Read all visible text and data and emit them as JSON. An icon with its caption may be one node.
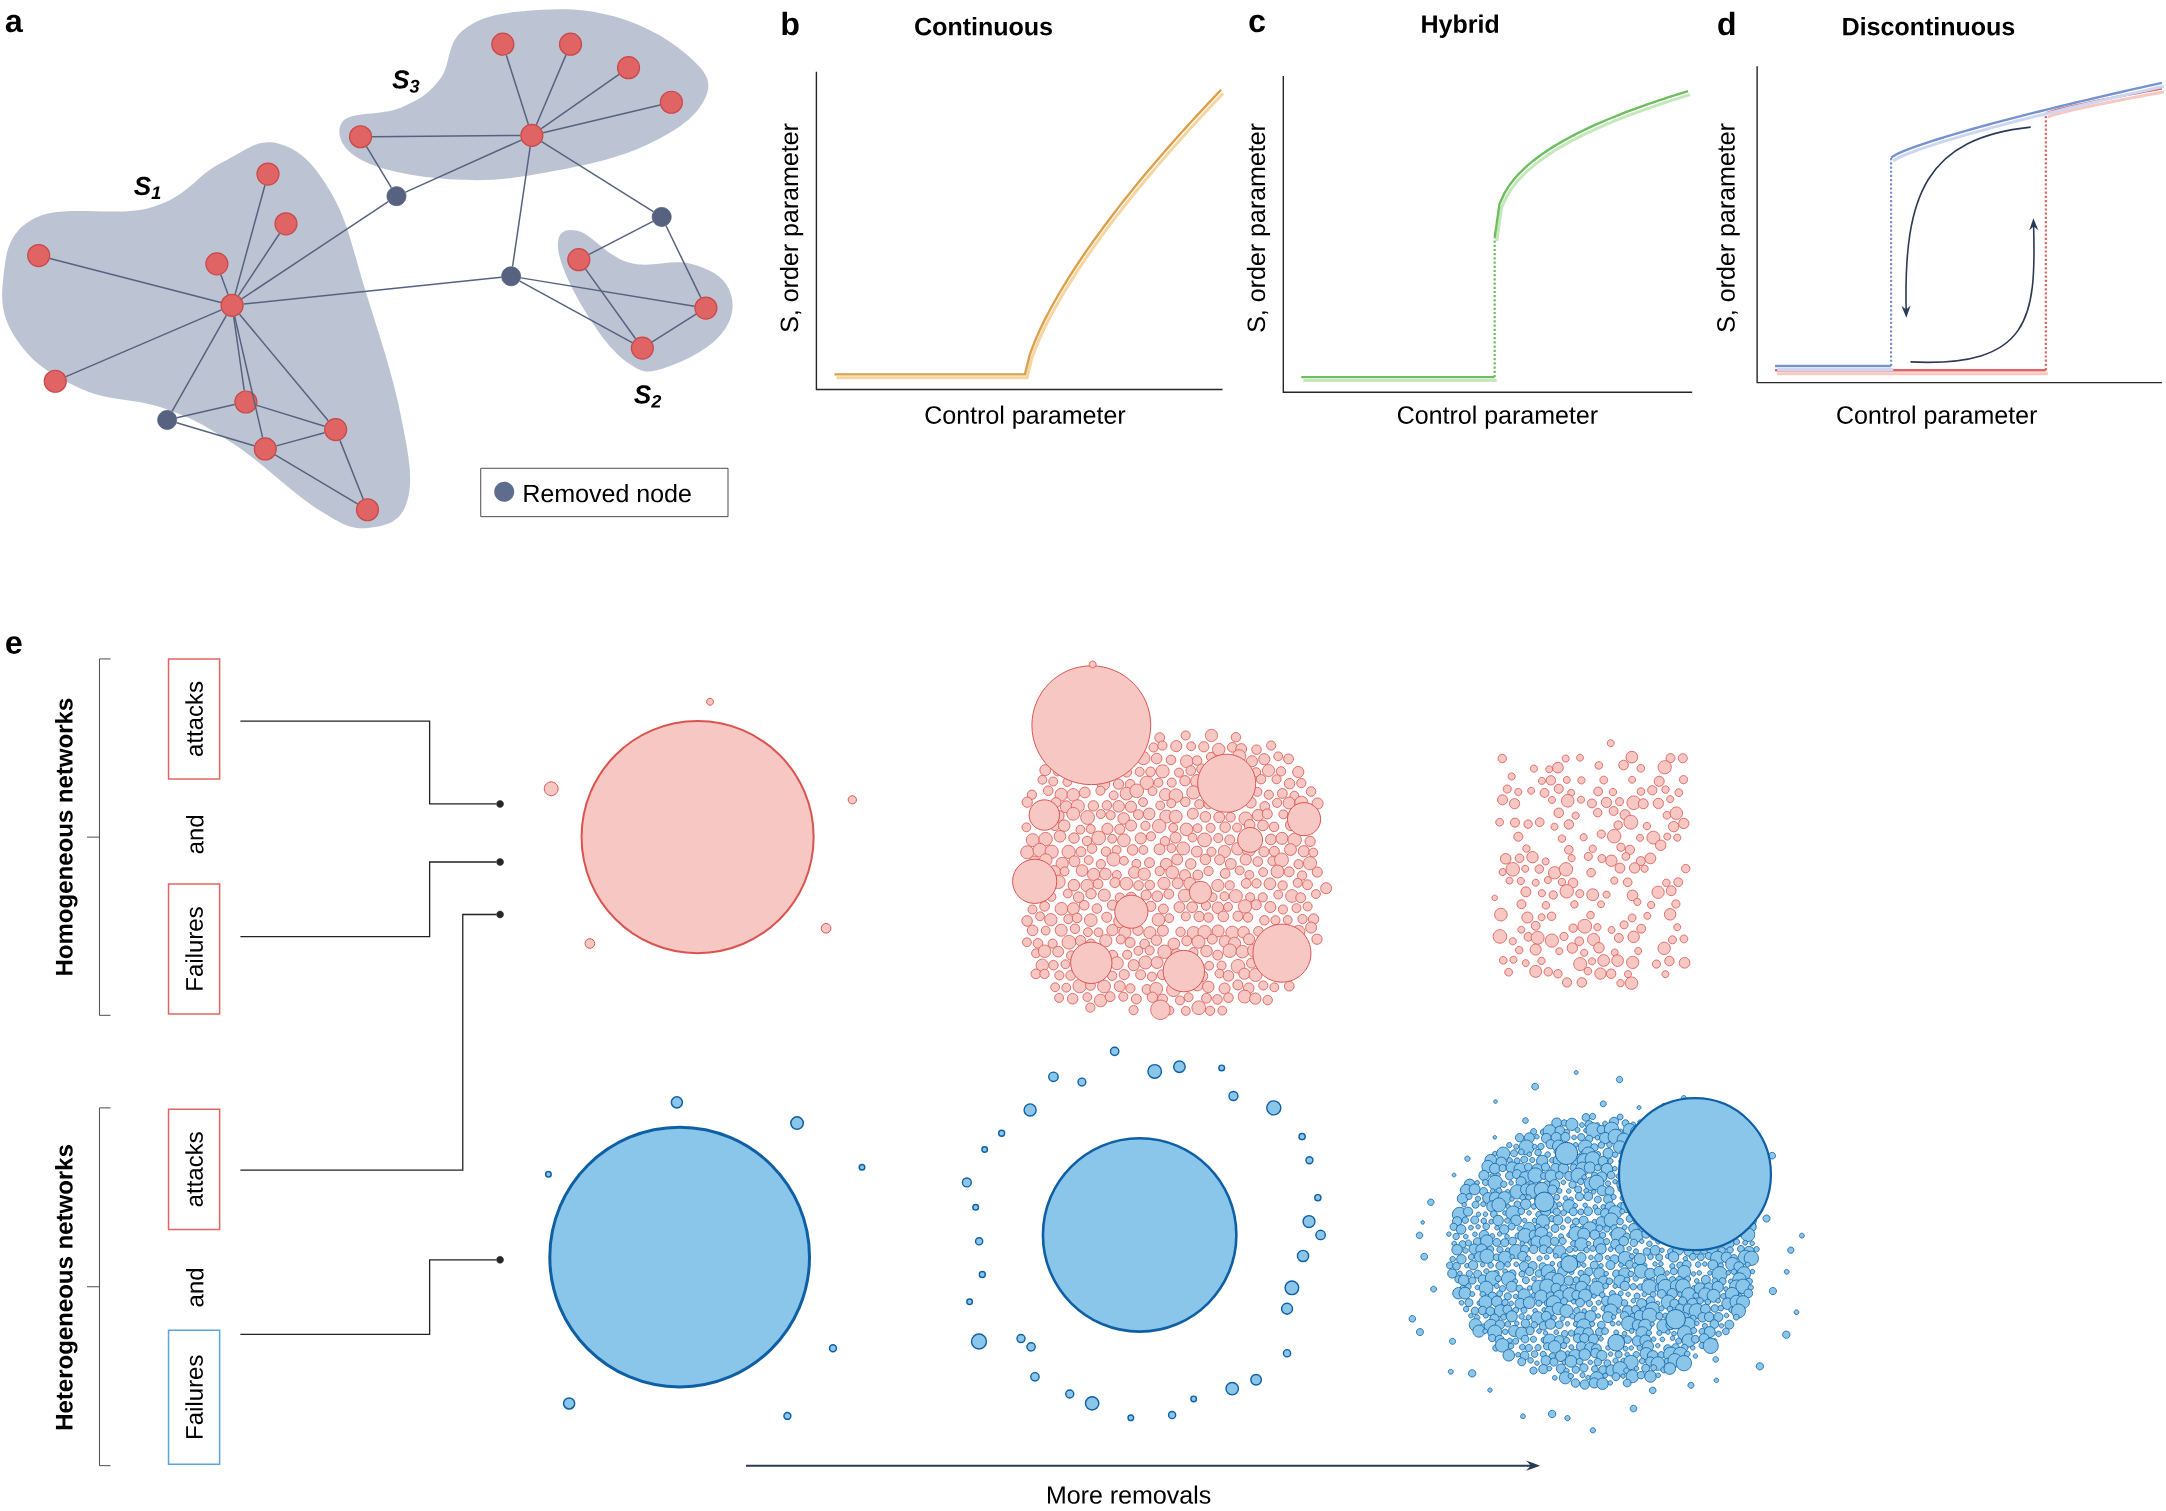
{
  "diagram": {
    "nodes": [
      {
        "text": [
          "S$_{3}$"
        ]
      },
      {
        "text": [],
        "shape": "circle",
        "in": 0
      },
      {
        "text": [],
        "shape": "circle",
        "in": 0
      },
      {
        "text": [],
        "shape": "circle",
        "in": 0
      },
      {
        "text": [],
        "shape": "circle",
        "in": 0
      },
      {
        "text": [],
        "shape": "circle",
        "in": 0
      },
      {
        "text": [],
        "shape": "circle",
        "in": 0
      },
      {
        "text": [
          "S$_{1}$"
        ]
      },
      {
        "text": [],
        "shape": "circle",
        "in": 7
      },
      {
        "text": [],
        "shape": "circle",
        "in": 7
      },
      {
        "text": [],
        "shape": "circle",
        "in": 7
      },
      {
        "text": [],
        "shape": "circle",
        "in": 7
      },
      {
        "text": [],
        "shape": "circle",
        "in": 7
      },
      {
        "text": [],
        "shape": "circle",
        "in": 7
      },
      {
        "text": [],
        "shape": "circle",
        "in": 7
      },
      {
        "text": [],
        "shape": "circle",
        "in": 7
      },
      {
        "text": [],
        "shape": "circle",
        "in": 7
      },
      {
        "text": [],
        "shape": "circle",
        "in": 7
      },
      {
        "text": [
          "S$_{2}$"
        ]
      },
      {
        "text": [],
        "shape": "circle",
        "in": 18
      },
      {
        "text": [],
        "shape": "circle",
        "in": 18
      },
      {
        "text": [],
        "shape": "circle",
        "in": 18
      },
      {
        "text": [],
        "shape": "circle"
      },
      {
        "text": [],
        "shape": "circle"
      },
      {
        "text": [],
        "shape": "circle"
      },
      {
        "text": [],
        "shape": "circle"
      },
      {
        "text": [
          "attacks"
        ]
      },
      {
        "text": [
          "Failures"
        ]
      },
      {
        "text": [
          "attacks"
        ]
      },
      {
        "text": [
          "Failures"
        ]
      },
      {
        "text": [],
        "shape": "circle"
      },
      {
        "text": [],
        "shape": "circle"
      },
      {
        "text": [],
        "shape": "circle"
      },
      {
        "text": [],
        "shape": "circle"
      }
    ],
    "edges": [
      {
        "from": 1,
        "to": 2,
        "arrow": "none"
      },
      {
        "from": 1,
        "to": 3,
        "arrow": "none"
      },
      {
        "from": 1,
        "to": 4,
        "arrow": "none"
      },
      {
        "from": 1,
        "to": 5,
        "arrow": "none"
      },
      {
        "from": 1,
        "to": 6,
        "arrow": "none"
      },
      {
        "from": 6,
        "to": 22,
        "arrow": "none"
      },
      {
        "from": 22,
        "to": 1,
        "arrow": "none"
      },
      {
        "from": 22,
        "to": 8,
        "arrow": "none"
      },
      {
        "from": 1,
        "to": 24,
        "arrow": "none"
      },
      {
        "from": 1,
        "to": 23,
        "arrow": "none"
      },
      {
        "from": 23,
        "to": 19,
        "arrow": "none"
      },
      {
        "from": 23,
        "to": 20,
        "arrow": "none"
      },
      {
        "from": 24,
        "to": 8,
        "arrow": "none"
      },
      {
        "from": 24,
        "to": 20,
        "arrow": "none"
      },
      {
        "from": 24,
        "to": 21,
        "arrow": "none"
      },
      {
        "from": 19,
        "to": 21,
        "arrow": "none"
      },
      {
        "from": 21,
        "to": 20,
        "arrow": "none"
      },
      {
        "from": 8,
        "to": 9,
        "arrow": "none"
      },
      {
        "from": 8,
        "to": 10,
        "arrow": "none"
      },
      {
        "from": 8,
        "to": 11,
        "arrow": "none"
      },
      {
        "from": 8,
        "to": 12,
        "arrow": "none"
      },
      {
        "from": 8,
        "to": 13,
        "arrow": "none"
      },
      {
        "from": 8,
        "to": 14,
        "arrow": "none"
      },
      {
        "from": 8,
        "to": 15,
        "arrow": "none"
      },
      {
        "from": 8,
        "to": 16,
        "arrow": "none"
      },
      {
        "from": 8,
        "to": 25,
        "arrow": "none"
      },
      {
        "from": 25,
        "to": 14,
        "arrow": "none"
      },
      {
        "from": 25,
        "to": 15,
        "arrow": "none"
      },
      {
        "from": 14,
        "to": 16,
        "arrow": "none"
      },
      {
        "from": 15,
        "to": 16,
        "arrow": "none"
      },
      {
        "from": 15,
        "to": 17,
        "arrow": "none"
      },
      {
        "from": 16,
        "to": 17,
        "arrow": "none"
      },
      {
        "from": 26,
        "to": 30,
        "arrow": "none",
        "color": "#222222"
      },
      {
        "from": 27,
        "to": 31,
        "arrow": "none",
        "color": "#222222"
      },
      {
        "from": 28,
        "to": 32,
        "arrow": "none",
        "color": "#222222"
      },
      {
        "from": 29,
        "to": 33,
        "arrow": "none",
        "color": "#222222"
      }
    ],
    "labels": [
      "a",
      "b",
      "Continuous",
      "c",
      "Hybrid",
      "d",
      "Discontinuous",
      "S, order parameter",
      "S, order parameter",
      "S, order parameter",
      "Control parameter",
      "Control parameter",
      "Control parameter",
      "e",
      "Homogeneous networks",
      "and",
      "Heterogeneous networks",
      "and",
      "More removals"
    ],
    "legend": [
      {
        "text": "Removed node",
        "color": "#5f6d8c"
      }
    ]
  }
}
